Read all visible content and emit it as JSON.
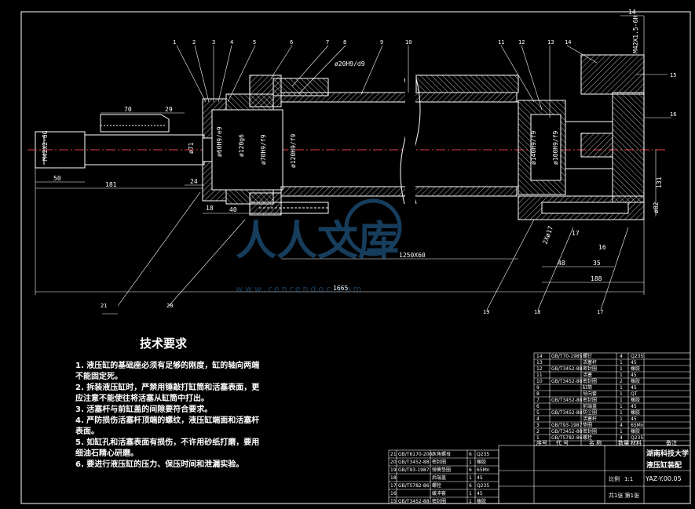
{
  "drawing": {
    "balloons": [
      "1",
      "2",
      "3",
      "4",
      "5",
      "6",
      "7",
      "8",
      "9",
      "10",
      "11",
      "12",
      "13",
      "14",
      "15",
      "16",
      "17",
      "18",
      "19",
      "20",
      "21"
    ],
    "dimensions": {
      "d70": "70",
      "d29": "29",
      "d50": "50",
      "d181": "181",
      "d24": "24",
      "d40": "40",
      "d18": "18",
      "d1250": "1250X60",
      "d1665": "1665",
      "d48": "48",
      "d35": "35",
      "d188": "188",
      "d14": "14",
      "d131": "131",
      "d16": "16",
      "d17": "17",
      "thread_rod": "M42X2-6G",
      "phi71": "ø71",
      "fit_rod": "ø60H9/e9",
      "fit_phi120": "ø120g6",
      "fit_phi70": "ø70H9/f9",
      "fit_phi120h": "ø120H9/f9",
      "fit_top": "ø20H9/d9",
      "fit_piston1": "ø140H9/f9",
      "fit_piston2": "ø100H9/f9",
      "thread_right": "M42X1.5-6H",
      "phi_right": "ø82",
      "dim_2x017": "2Xø17"
    },
    "watermark_cn": "人人文库",
    "watermark_url": "www.renrendoc.com"
  },
  "technical_requirements": {
    "title": "技术要求",
    "items": [
      "1. 液压缸的基础座必须有足够的刚度，缸的轴向两端",
      "不能固定死。",
      "2. 拆装液压缸时，严禁用锤敲打缸筒和活塞表面，更",
      "应注意不能使往将活塞从缸筒中打出。",
      "3. 活塞杆与前缸盖的间隙要符合要求。",
      "4. 严防损伤活塞杆顶端的螺纹，液压缸端面和活塞杆",
      "表面。",
      "5. 如缸孔和活塞表面有损伤，不许用砂纸打磨，要用",
      "细油石精心研磨。",
      "6. 要进行液压缸的压力、保压时间和泄漏实验。"
    ]
  },
  "parts_list": {
    "header": [
      "序号",
      "代 号",
      "名 称",
      "数量",
      "材料",
      "备注"
    ],
    "rows": [
      [
        "14",
        "GB/T70-1985",
        "螺钉",
        "4",
        "Q235"
      ],
      [
        "13",
        "",
        "活塞杆",
        "1",
        "45"
      ],
      [
        "12",
        "GB/T3452-88",
        "密封圈",
        "1",
        "橡胶"
      ],
      [
        "11",
        "",
        "活塞",
        "1",
        "45"
      ],
      [
        "10",
        "GB/T3452-88",
        "密封圈",
        "2",
        "橡胶"
      ],
      [
        "9",
        "",
        "缸筒",
        "1",
        "45"
      ],
      [
        "8",
        "",
        "导向套",
        "1",
        "QT"
      ],
      [
        "7",
        "GB/T3452-88",
        "密封圈",
        "1",
        "橡胶"
      ],
      [
        "6",
        "",
        "前端盖",
        "1",
        "45"
      ],
      [
        "5",
        "GB/T3452-88",
        "防尘圈",
        "1",
        "橡胶"
      ],
      [
        "4",
        "",
        "活塞杆",
        "1",
        "45"
      ],
      [
        "3",
        "GB/T93-1987",
        "垫圈",
        "4",
        "65Mn"
      ],
      [
        "2",
        "GB/T3452-88",
        "密封圈",
        "1",
        "橡胶"
      ],
      [
        "1",
        "GB/T5782-86",
        "螺栓",
        "4",
        "Q235"
      ]
    ]
  },
  "bom_lower": {
    "rows": [
      [
        "21",
        "GB/T6170-2000",
        "六角螺母",
        "6",
        "Q235"
      ],
      [
        "20",
        "GB/T3452-88",
        "密封圈",
        "1",
        "橡胶"
      ],
      [
        "19",
        "GB/T93-1987",
        "弹簧垫圈",
        "6",
        "65Mn"
      ],
      [
        "18",
        "",
        "后端盖",
        "1",
        "45"
      ],
      [
        "17",
        "GB/T5782-86",
        "螺栓",
        "6",
        "Q235"
      ],
      [
        "16",
        "",
        "缓冲套",
        "1",
        "45"
      ],
      [
        "15",
        "GB/T3452-88",
        "密封圈",
        "1",
        "橡胶"
      ]
    ]
  },
  "title_block": {
    "school": "湖南科技大学",
    "name": "液压缸装配",
    "drawing_no": "YAZ-Y.00.05",
    "scale_label": "比例",
    "scale": "1:1",
    "sheet": "共1张 第1张"
  }
}
